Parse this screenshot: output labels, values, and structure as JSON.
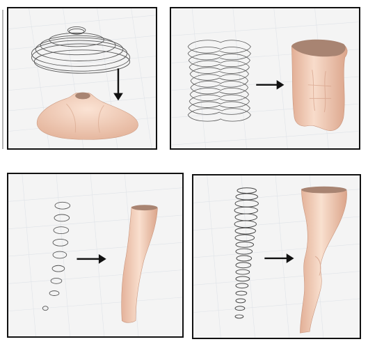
{
  "figure": {
    "panels": [
      {
        "id": "breast",
        "input": "contour-rings",
        "output": "breast-mesh",
        "arrow": "down"
      },
      {
        "id": "torso",
        "input": "contour-rings",
        "output": "torso-mesh",
        "arrow": "right"
      },
      {
        "id": "arm",
        "input": "contour-rings",
        "output": "arm-mesh",
        "arrow": "right"
      },
      {
        "id": "leg",
        "input": "contour-rings",
        "output": "leg-mesh",
        "arrow": "right"
      }
    ],
    "colors": {
      "skin": "#f1cdb8",
      "skin_shadow": "#d9a88f",
      "cap": "#a88472",
      "outline": "#555555",
      "frame": "#111111",
      "grid": "#dfe3e8"
    },
    "icons": [
      "arrow-down-icon",
      "arrow-right-icon"
    ]
  }
}
